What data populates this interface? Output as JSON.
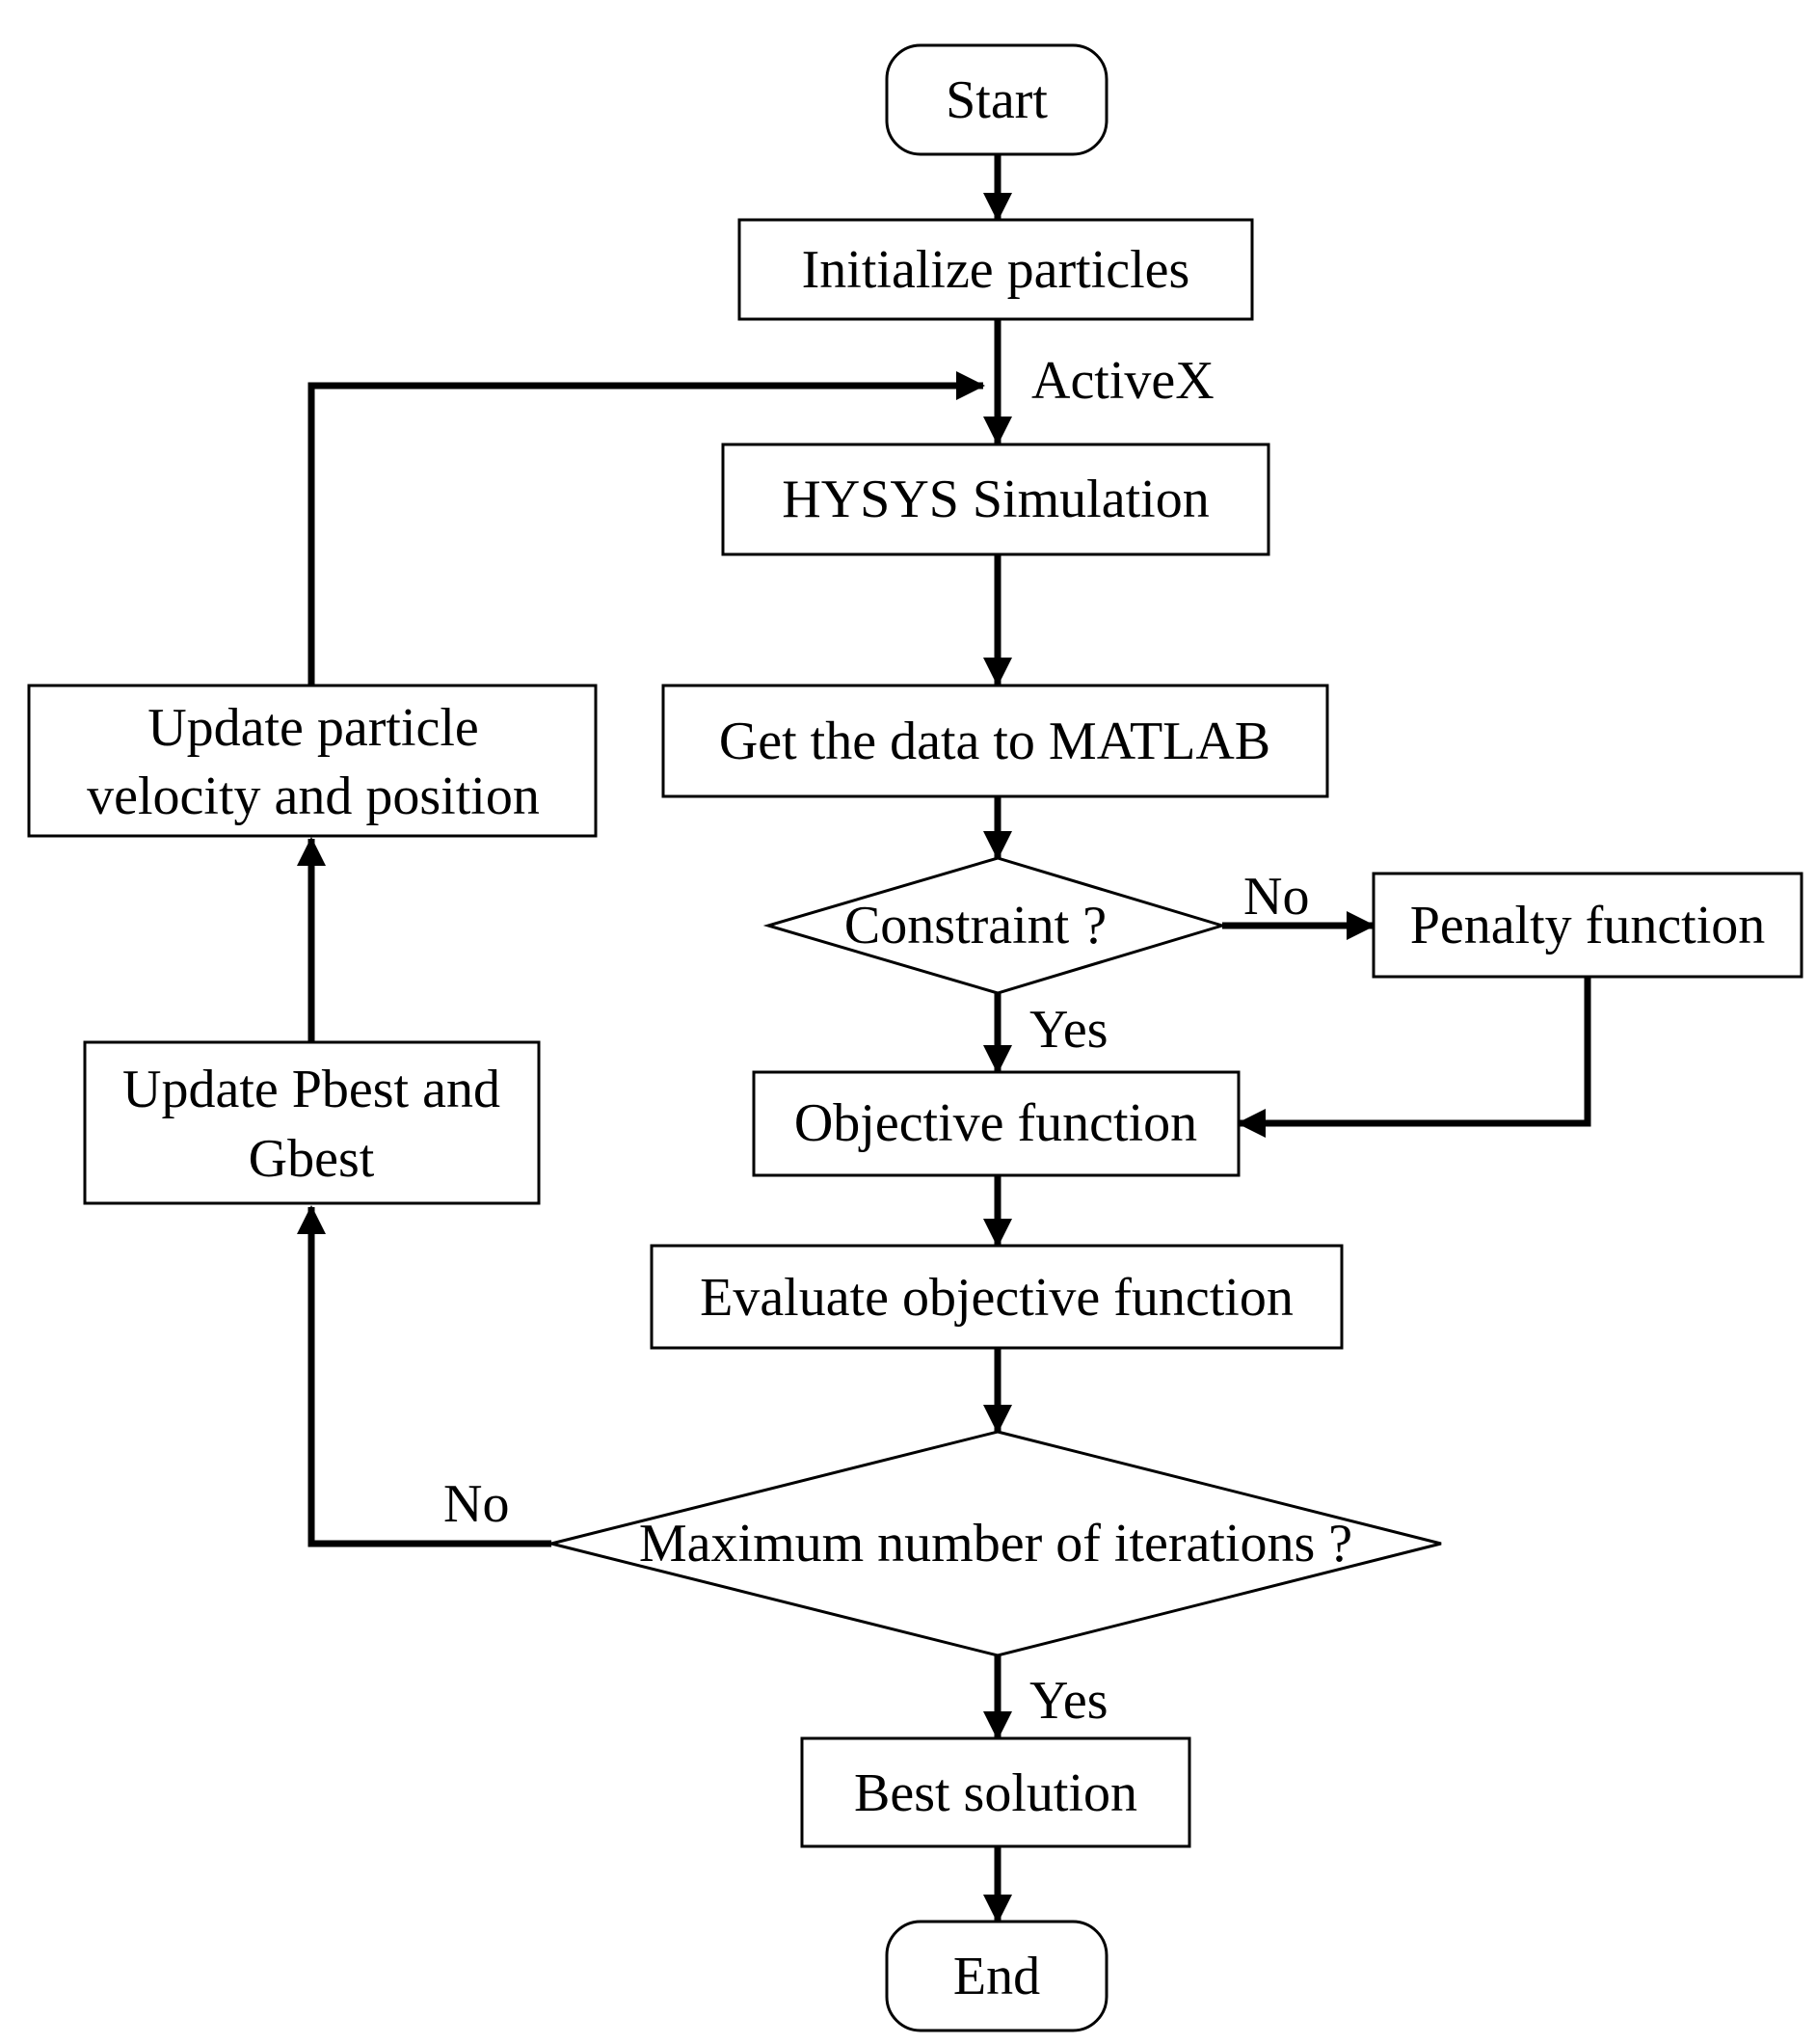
{
  "diagram": {
    "nodes": {
      "start": "Start",
      "initialize": "Initialize particles",
      "hysys": "HYSYS Simulation",
      "get_data": "Get the data to MATLAB",
      "constraint": "Constraint ?",
      "penalty": "Penalty function",
      "objective": "Objective function",
      "evaluate": "Evaluate objective function",
      "max_iter": "Maximum number of iterations ?",
      "best": "Best solution",
      "end": "End",
      "update_pbest_line1": "Update Pbest and",
      "update_pbest_line2": "Gbest",
      "update_particle_line1": "Update particle",
      "update_particle_line2": "velocity and position"
    },
    "edge_labels": {
      "activex": "ActiveX",
      "constraint_no": "No",
      "constraint_yes": "Yes",
      "max_iter_no": "No",
      "max_iter_yes": "Yes"
    }
  }
}
